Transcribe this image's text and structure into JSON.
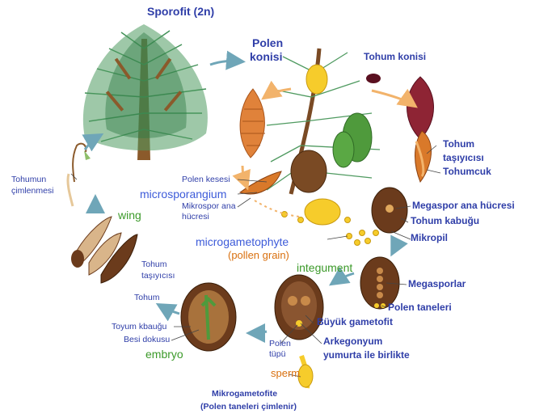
{
  "labels": {
    "sporofit": "Sporofit (2n)",
    "polen_konisi_1": "Polen",
    "polen_konisi_2": "konisi",
    "tohum_konisi": "Tohum konisi",
    "tohum_tasiyicisi_1": "Tohum",
    "tohum_tasiyicisi_2": "taşıyıcısı",
    "tohumcuk": "Tohumcuk",
    "megaspor_ana_hucresi": "Megaspor ana hücresi",
    "tohum_kabugu": "Tohum kabuğu",
    "mikropil": "Mikropil",
    "megasporlar": "Megasporlar",
    "polen_taneleri": "Polen taneleri",
    "buyuk_gametofit": "Büyük gametofit",
    "arkegonyum_1": "Arkegonyum",
    "arkegonyum_2": "yumurta ile birlikte",
    "polen_tupu_1": "Polen",
    "polen_tupu_2": "tüpü",
    "sperm": "sperm",
    "mikrogametofite": "Mikrogametofite",
    "polen_cimlenir": "(Polen taneleri çimlenir)",
    "integument": "integument",
    "microgametophyte": "microgametophyte",
    "pollen_grain": "(pollen grain)",
    "polen_kesesi": "Polen kesesi",
    "microsporangium": "microsporangium",
    "mikrospor_ana_1": "Mikrospor ana",
    "mikrospor_ana_2": "hücresi",
    "tohumun_cimlenmesi_1": "Tohumun",
    "tohumun_cimlenmesi_2": "çimlenmesi",
    "wing": "wing",
    "tohum_tasiyicisi_b1": "Tohum",
    "tohum_tasiyicisi_b2": "taşıyıcısı",
    "tohum": "Tohum",
    "toyum_kbaugu": "Toyum kbauğu",
    "besi_dokusu": "Besi dokusu",
    "embryo": "embryo"
  },
  "colors": {
    "label_blue": "#2f3ea8",
    "english_blue": "#3d5bd9",
    "english_green": "#3c9a2a",
    "english_orange": "#d9700f",
    "arrow_teal": "#6fa6b8",
    "arrow_orange": "#f2b36b",
    "needle_green": "#3f8f55",
    "pollen_cone": "#e0823a",
    "seed_cone": "#8e2434",
    "seed_brown": "#6b3b1c",
    "pollen_yellow": "#f6cc2b"
  }
}
